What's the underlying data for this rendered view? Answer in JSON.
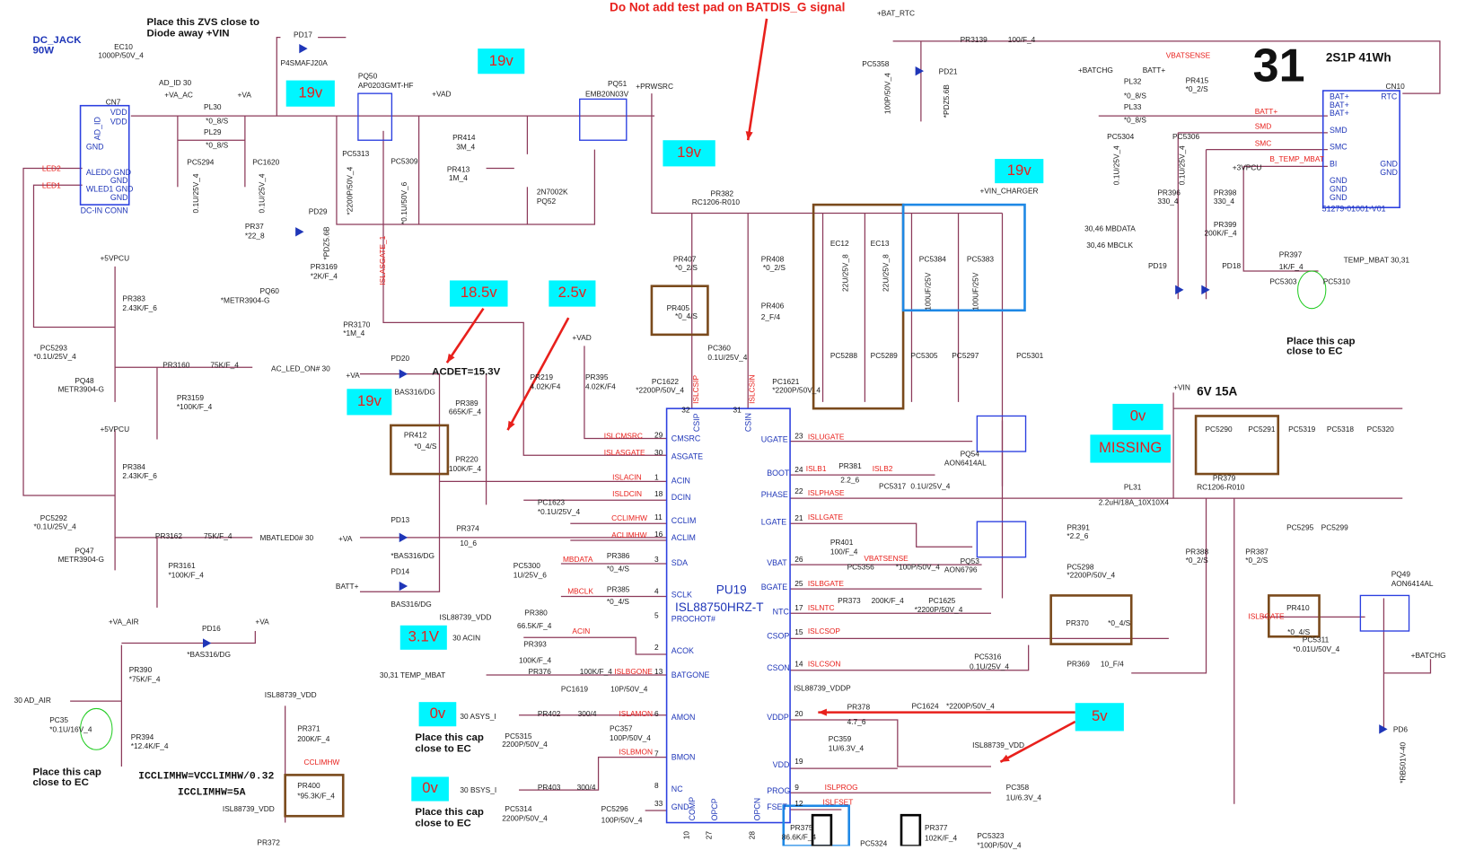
{
  "colors": {
    "wire": "#8c3a5a",
    "net_label": "#e8201c",
    "component_text": "#1f36b8",
    "voltage_tag_bg": "#00f6ff",
    "highlight_box_brown": "#7a4a1c",
    "highlight_box_blue": "#1e88e5"
  },
  "voltage_tags": [
    "19v",
    "19v",
    "19v",
    "19v",
    "19v",
    "18.5v",
    "2.5v",
    "19v",
    "3.1V",
    "0v",
    "0v",
    "0v",
    "MISSING",
    "5v"
  ],
  "labels": [
    "Place this ZVS close to",
    "Diode away +VIN",
    "DC_JACK",
    "90W",
    "EC10",
    "1000P/50V_4",
    "AD_ID  30",
    "+VA_AC",
    "+VA",
    "CN7",
    "VDD",
    "VDD",
    "AD_ID",
    "GND",
    "ALED0 GND",
    "GND",
    "WLED1 GND",
    "GND",
    "DC-IN CONN",
    "LED2",
    "LED1",
    "PL30",
    "*0_8/S",
    "PL29",
    "*0_8/S",
    "PC5294",
    "0.1U/25V_4",
    "PC1620",
    "0.1U/25V_4",
    "PD17",
    "P4SMAFJ20A",
    "PQ50",
    "AP0203GMT-HF",
    "+VAD",
    "PC5313",
    "*2200P/50V_4",
    "PC5309",
    "*0.1U/50V_6",
    "PR414",
    "3M_4",
    "PR413",
    "1M_4",
    "2N7002K",
    "PQ52",
    "PQ51",
    "EMB20N03V",
    "+PRWSRC",
    "PR37",
    "*22_8",
    "PD29",
    "*PDZ5.6B",
    "PR3169",
    "*2K/F_4",
    "ISLASGATE_1",
    "+5VPCU",
    "PR383",
    "2.43K/F_6",
    "PC5293",
    "*0.1U/25V_4",
    "PQ48",
    "METR3904-G",
    "PR3160",
    "75K/F_4",
    "AC_LED_ON#  30",
    "PR3159",
    "*100K/F_4",
    "PQ60",
    "*METR3904-G",
    "PR3170",
    "*1M_4",
    "+5VPCU",
    "PR384",
    "2.43K/F_6",
    "PC5292",
    "*0.1U/25V_4",
    "PQ47",
    "METR3904-G",
    "PR3162",
    "75K/F_4",
    "MBATLED0#  30",
    "PR3161",
    "*100K/F_4",
    "+VA_AIR",
    "PD16",
    "*BAS316/DG",
    "+VA",
    "PR390",
    "*75K/F_4",
    "30   AD_AIR",
    "PC35",
    "*0.1U/16V_4",
    "PR394",
    "*12.4K/F_4",
    "Place this cap",
    "close to EC",
    "ICCLIMHW=VCCLIMHW/0.32",
    "ICCLIMHW=5A",
    "ISL88739_VDD",
    "PR371",
    "200K/F_4",
    "CCLIMHW",
    "PR400",
    "*95.3K/F_4",
    "ISL88739_VDD",
    "PR372",
    "PD20",
    "+VA",
    "ACDET=15.3V",
    "BAS316/DG",
    "PR412",
    "*0_4/S",
    "PR389",
    "665K/F_4",
    "PR220",
    "100K/F_4",
    "PR219",
    "4.02K/F4",
    "PR395",
    "4.02K/F4",
    "+VAD",
    "PD13",
    "*BAS316/DG",
    "+VA",
    "PD14",
    "BATT+",
    "BAS316/DG",
    "PR374",
    "10_6",
    "ISL88739_VDD",
    "30   ACIN",
    "PR380",
    "66.5K/F_4",
    "ACIN",
    "PR393",
    "100K/F_4",
    "30,31   TEMP_MBAT",
    "PR376",
    "100K/F_4",
    "ISLBGONE",
    "PC1619",
    "10P/50V_4",
    "30   ASYS_I",
    "PR402",
    "300/4",
    "ISLAMON",
    "PC5315",
    "2200P/50V_4",
    "PC357",
    "100P/50V_4",
    "Place this cap",
    "close to EC",
    "ISLBMON",
    "30   BSYS_I",
    "PR403",
    "300/4",
    "PC5314",
    "2200P/50V_4",
    "PC5296",
    "100P/50V_4",
    "Place this cap",
    "close to EC",
    "ISLCMSRC",
    "ISLASGATE",
    "ISLACIN",
    "ISLDCIN",
    "CCLIMHW",
    "ACLIMHW",
    "MBDATA",
    "MBCLK",
    "PR386",
    "*0_4/S",
    "PR385",
    "*0_4/S",
    "PC1623",
    "*0.1U/25V_4",
    "PC5300",
    "1U/25V_6",
    "ISLUGATE",
    "ISLB1",
    "PR381",
    "2.2_6",
    "ISLB2",
    "PC5317",
    "0.1U/25V_4",
    "ISLPHASE",
    "ISLLGATE",
    "PR401",
    "100/F_4",
    "VBATSENSE",
    "PC5356",
    "*100P/50V_4",
    "ISLBGATE",
    "PR373",
    "200K/F_4",
    "PC1625",
    "*2200P/50V_4",
    "ISLNTC",
    "ISLCSOP",
    "PC5316",
    "0.1U/25V_4",
    "ISLCSON",
    "ISL88739_VDDP",
    "PR378",
    "4.7_6",
    "PC1624",
    "*2200P/50V_4",
    "PC359",
    "1U/6.3V_4",
    "ISL88739_VDD",
    "PC358",
    "1U/6.3V_4",
    "ISLPROG",
    "ISLFSET",
    "PR375",
    "86.6K/F_4",
    "PC5324",
    "PR377",
    "102K/F_4",
    "PC5323",
    "*100P/50V_4",
    "PC1622",
    "*2200P/50V_4",
    "PC360",
    "0.1U/25V_4",
    "PC1621",
    "*2200P/50V_4",
    "ISLCSIP",
    "ISLCSIN",
    "PR382",
    "RC1206-R010",
    "PR407",
    "*0_2/S",
    "PR408",
    "*0_2/S",
    "PR405",
    "*0_4/S",
    "PR406",
    "2_F/4",
    "+VIN_CHARGER",
    "EC12",
    "EC13",
    "22U/25V_8",
    "22U/25V_8",
    "PC5384",
    "PC5383",
    "100UF/25V",
    "100UF/25V",
    "PC5288",
    "PC5289",
    "PC5305",
    "PC5297",
    "PC5301",
    "PQ54",
    "AON6414AL",
    "PQ53",
    "AON6796",
    "+VIN",
    "6V 15A",
    "PC5290",
    "PC5291",
    "PC5319",
    "PC5318",
    "PC5320",
    "PR379",
    "RC1206-R010",
    "PL31",
    "2.2uH/18A_10X10X4",
    "PR391",
    "*2.2_6",
    "PC5298",
    "*2200P/50V_4",
    "PR388",
    "*0_2/S",
    "PR387",
    "*0_2/S",
    "PC5295",
    "PC5299",
    "PR370",
    "*0_4/S",
    "PR369",
    "10_F/4",
    "PQ49",
    "AON6414AL",
    "PR410",
    "*0_4/S",
    "ISLBGATE",
    "PC5311",
    "*0.01U/50V_4",
    "+BATCHG",
    "PD6",
    "*RB501V-40",
    "+BAT_RTC",
    "PR3139",
    "100/F_4",
    "PC5358",
    "100P/50V_4",
    "PD21",
    "*PDZ5.6B",
    "VBATSENSE",
    "PR415",
    "*0_2/S",
    "+BATCHG",
    "BATT+",
    "PL32",
    "*0_8/S",
    "PL33",
    "*0_8/S",
    "CN10",
    "BAT+",
    "BAT+",
    "BAT+",
    "RTC",
    "SMD",
    "SMC",
    "BI",
    "GND",
    "GND",
    "GND",
    "GND",
    "GND",
    "51279-01001-V01",
    "BATT+",
    "SMD",
    "SMC",
    "B_TEMP_MBAT",
    "PC5304",
    "0.1U/25V_4",
    "PC5306",
    "0.1U/25V_4",
    "+3VPCU",
    "PR396",
    "330_4",
    "PR398",
    "330_4",
    "PR399",
    "200K/F_4",
    "30,46   MBDATA",
    "30,46   MBCLK",
    "PR397",
    "1K/F_4",
    "TEMP_MBAT  30,31",
    "PD19",
    "PD18",
    "PC5303",
    "PC5310",
    "Place this cap",
    "close to EC",
    "Do Not add test pad on BATDIS_G signal",
    "31",
    "2S1P 41Wh"
  ],
  "pu19": {
    "ref": "PU19",
    "part": "ISL88750HRZ-T",
    "left_pins": [
      [
        "CMSRC",
        "29"
      ],
      [
        "ASGATE",
        "30"
      ],
      [
        "ACIN",
        "1"
      ],
      [
        "DCIN",
        "18"
      ],
      [
        "CCLIM",
        "11"
      ],
      [
        "ACLIM",
        "16"
      ],
      [
        "SDA",
        "3"
      ],
      [
        "SCLK",
        "4"
      ],
      [
        "PROCHOT#",
        "5"
      ],
      [
        "ACOK",
        "2"
      ],
      [
        "BATGONE",
        "13"
      ],
      [
        "AMON",
        "6"
      ],
      [
        "BMON",
        "7"
      ],
      [
        "NC",
        "8"
      ],
      [
        "GND",
        "33"
      ]
    ],
    "right_pins": [
      [
        "UGATE",
        "23"
      ],
      [
        "BOOT",
        "24"
      ],
      [
        "PHASE",
        "22"
      ],
      [
        "LGATE",
        "21"
      ],
      [
        "VBAT",
        "26"
      ],
      [
        "BGATE",
        "25"
      ],
      [
        "NTC",
        "17"
      ],
      [
        "CSOP",
        "15"
      ],
      [
        "CSON",
        "14"
      ],
      [
        "VDDP",
        "20"
      ],
      [
        "VDD",
        "19"
      ],
      [
        "PROG",
        "9"
      ],
      [
        "FSET",
        "12"
      ]
    ],
    "top_pins": [
      [
        "CSIP",
        "32"
      ],
      [
        "CSIN",
        "31"
      ]
    ],
    "bottom_pins": [
      [
        "COMP",
        "10"
      ],
      [
        "OPCP",
        "27"
      ],
      [
        "OPCN",
        "28"
      ]
    ]
  }
}
